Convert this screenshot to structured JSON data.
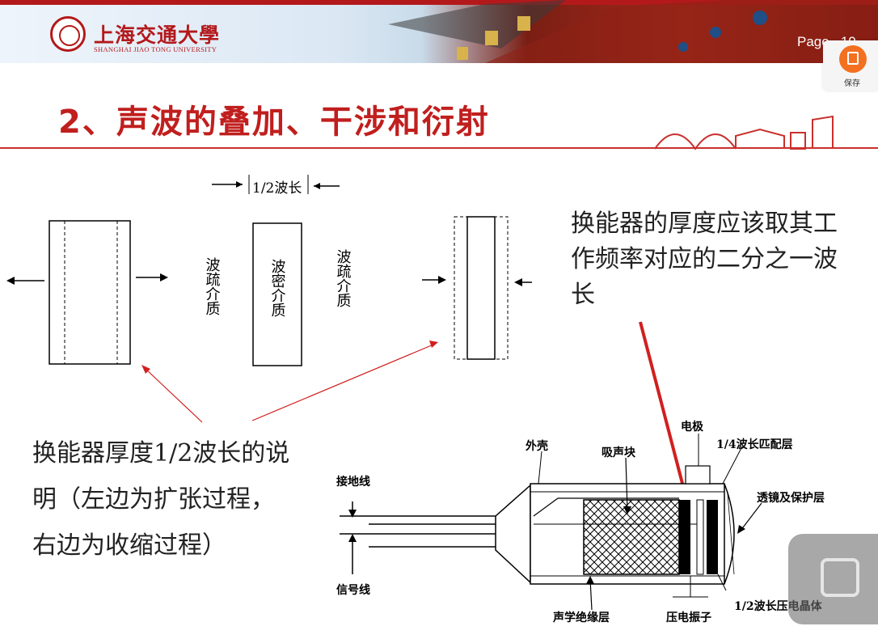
{
  "header": {
    "university_cn": "上海交通大學",
    "university_en": "SHANGHAI JIAO TONG UNIVERSITY",
    "page_label": "Page . 19"
  },
  "toolbar": {
    "save_label": "保存"
  },
  "slide": {
    "title": "2、声波的叠加、干涉和衍射",
    "diagram1": {
      "half_wavelength_label": "1/2波长",
      "sparse_medium_left": "波疏介质",
      "dense_medium": "波密介质",
      "sparse_medium_right": "波疏介质"
    },
    "note_right": "换能器的厚度应该取其工作频率对应的二分之一波长",
    "note_left": "换能器厚度1/2波长的说明（左边为扩张过程，右边为收缩过程）",
    "diagram2": {
      "electrode": "电极",
      "quarter_matching_layer": "1/4波长匹配层",
      "shell": "外壳",
      "sound_absorber": "吸声块",
      "ground_wire": "接地线",
      "lens_protective_layer": "透镜及保护层",
      "signal_wire": "信号线",
      "acoustic_insulation": "声学绝缘层",
      "piezo_vibrator": "压电振子",
      "half_wavelength_crystal": "1/2波长压电晶体"
    }
  },
  "colors": {
    "accent_red": "#c01f1e",
    "save_orange": "#f37021",
    "arrow_red": "#d0201f"
  }
}
